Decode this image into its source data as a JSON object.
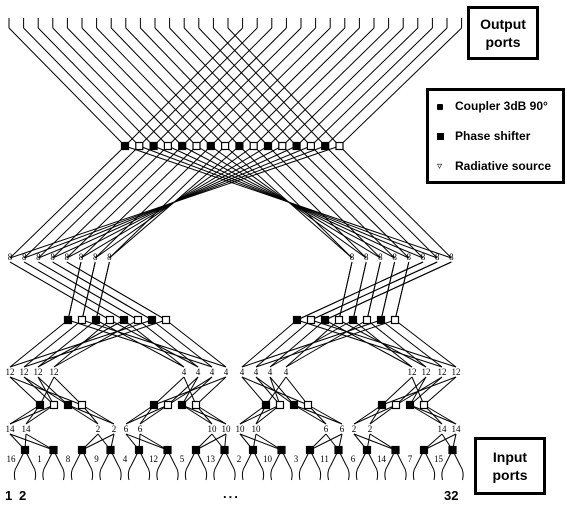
{
  "labels": {
    "output_ports": "Output\nports",
    "input_ports": "Input\nports",
    "port_first": "1",
    "port_second": "2",
    "port_ellipsis": "...",
    "port_last": "32"
  },
  "legend": [
    {
      "symbol": "coupler",
      "label": "Coupler 3dB 90°"
    },
    {
      "symbol": "phase-shifter",
      "label": "Phase shifter"
    },
    {
      "symbol": "radiative-source",
      "label": "Radiative source"
    }
  ],
  "stage_numbers": {
    "stage_16": "16",
    "stage_12": "12",
    "stage_14": "14",
    "stage_15": "15",
    "stage_1": "1",
    "stage_2": "2",
    "stage_4": "4",
    "stage_5": "5",
    "stage_6": "6",
    "stage_7": "7",
    "stage_8": "8",
    "stage_9": "9",
    "stage_10": "10",
    "stage_11": "11",
    "stage_13": "13",
    "stage_3": "3"
  },
  "colors": {
    "line": "#000000",
    "background": "#ffffff"
  }
}
